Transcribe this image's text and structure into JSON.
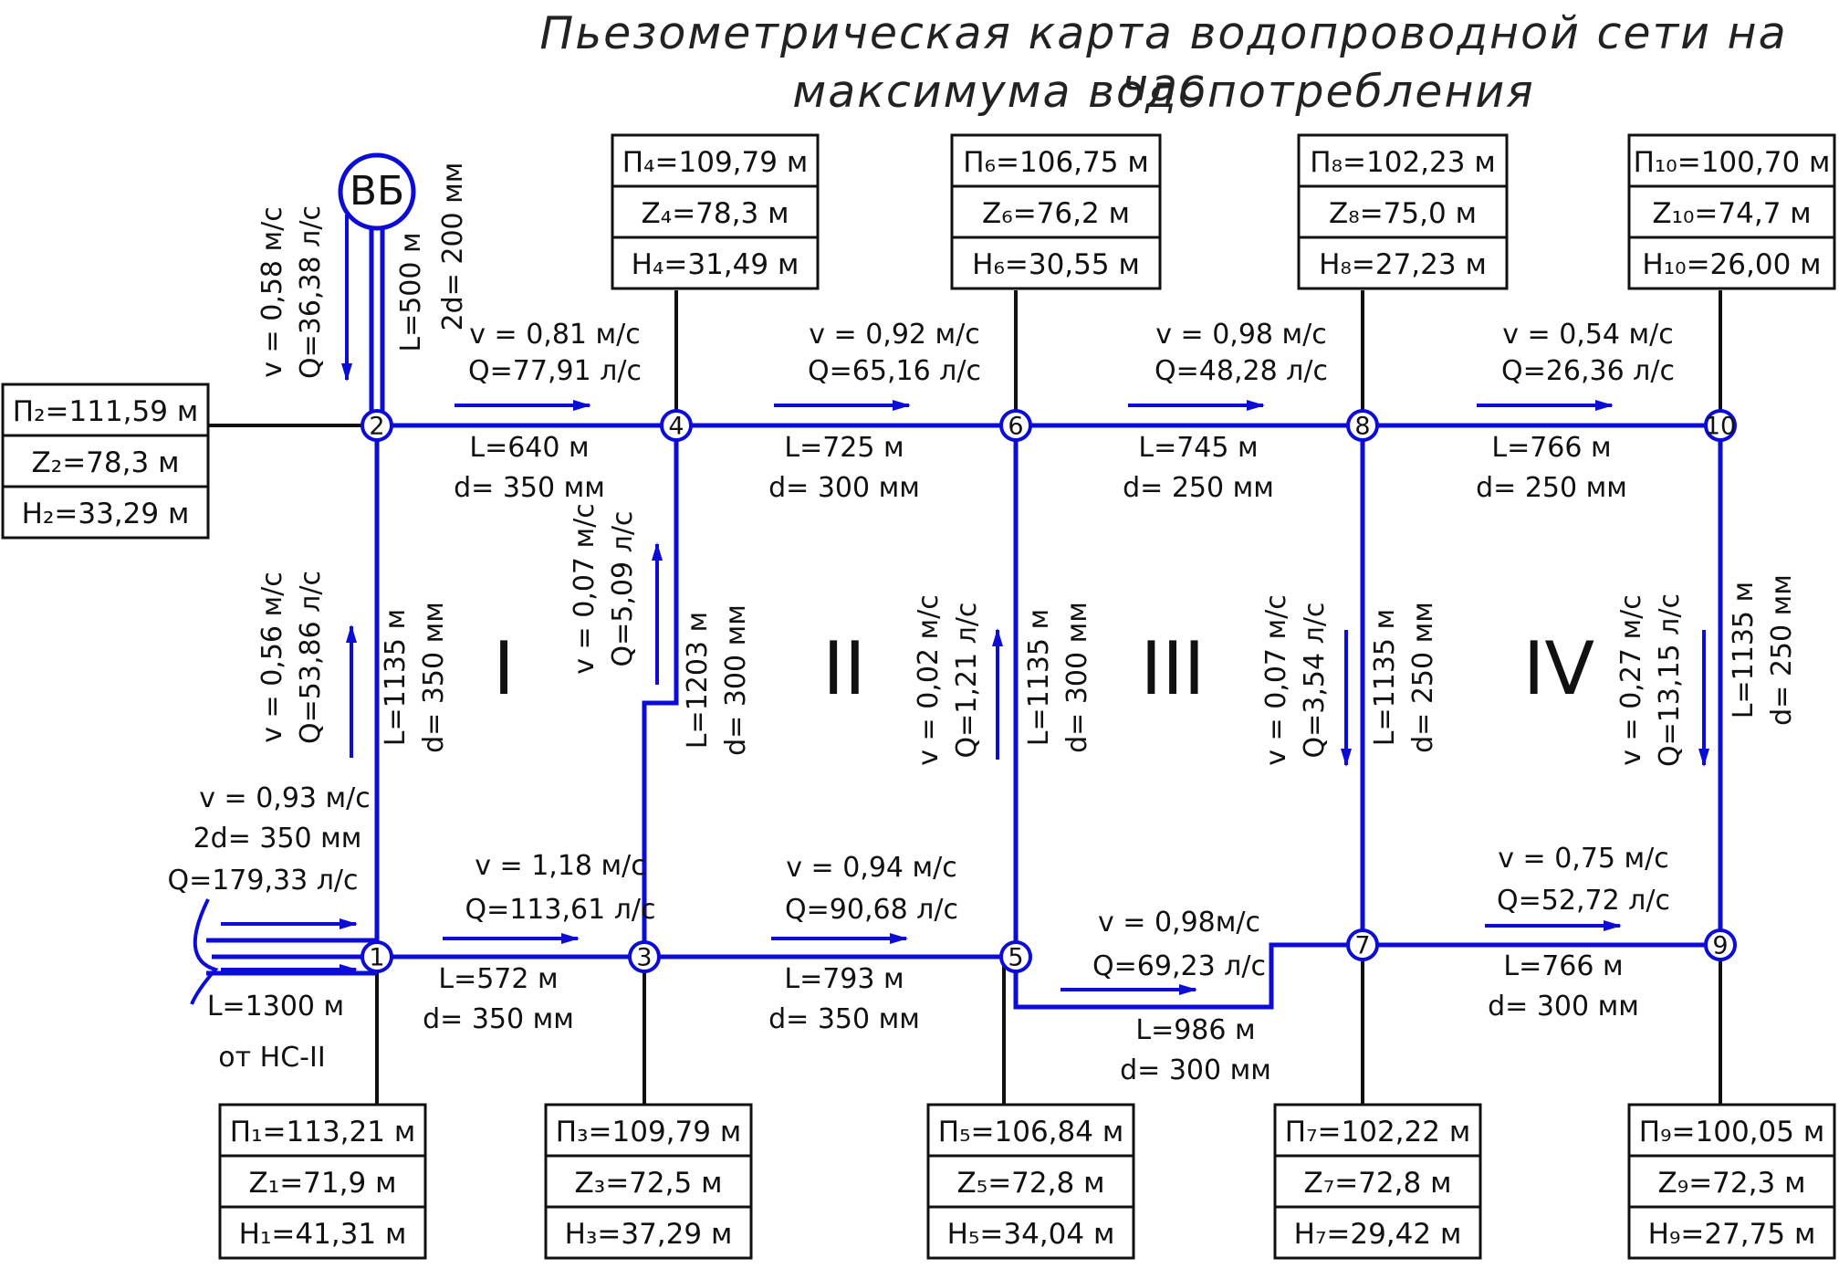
{
  "title": {
    "line1": "Пьезометрическая карта водопроводной сети на час",
    "line2": "максимума водопотребления"
  },
  "colors": {
    "pipe": "#0c0cd6",
    "feeder": "#111111"
  },
  "tower": {
    "label": "ВБ",
    "q_v": "v = 0,58 м/с",
    "q_q": "Q=36,38 л/с",
    "l": "L=500 м",
    "d": "2d= 200 мм"
  },
  "inlet": {
    "v": "v = 0,93 м/с",
    "d": "2d= 350 мм",
    "q": "Q=179,33 л/с",
    "l": "L=1300 м",
    "src": "от НС-II"
  },
  "rings": [
    "I",
    "II",
    "III",
    "IV"
  ],
  "nodes": [
    {
      "id": "1",
      "p": "П₁=113,21 м",
      "z": "Z₁=71,9 м",
      "h": "H₁=41,31 м"
    },
    {
      "id": "2",
      "p": "П₂=111,59 м",
      "z": "Z₂=78,3 м",
      "h": "H₂=33,29 м"
    },
    {
      "id": "3",
      "p": "П₃=109,79 м",
      "z": "Z₃=72,5 м",
      "h": "H₃=37,29 м"
    },
    {
      "id": "4",
      "p": "П₄=109,79 м",
      "z": "Z₄=78,3 м",
      "h": "H₄=31,49 м"
    },
    {
      "id": "5",
      "p": "П₅=106,84 м",
      "z": "Z₅=72,8 м",
      "h": "H₅=34,04 м"
    },
    {
      "id": "6",
      "p": "П₆=106,75 м",
      "z": "Z₆=76,2 м",
      "h": "H₆=30,55 м"
    },
    {
      "id": "7",
      "p": "П₇=102,22 м",
      "z": "Z₇=72,8 м",
      "h": "H₇=29,42 м"
    },
    {
      "id": "8",
      "p": "П₈=102,23 м",
      "z": "Z₈=75,0 м",
      "h": "H₈=27,23 м"
    },
    {
      "id": "9",
      "p": "П₉=100,05 м",
      "z": "Z₉=72,3 м",
      "h": "H₉=27,75 м"
    },
    {
      "id": "10",
      "p": "П₁₀=100,70 м",
      "z": "Z₁₀=74,7 м",
      "h": "H₁₀=26,00 м"
    }
  ],
  "pipes": [
    {
      "id": "2-4",
      "v": "v = 0,81 м/с",
      "q": "Q=77,91 л/с",
      "l": "L=640 м",
      "d": "d= 350 мм"
    },
    {
      "id": "4-6",
      "v": "v = 0,92 м/с",
      "q": "Q=65,16 л/с",
      "l": "L=725 м",
      "d": "d= 300 мм"
    },
    {
      "id": "6-8",
      "v": "v = 0,98 м/с",
      "q": "Q=48,28 л/с",
      "l": "L=745 м",
      "d": "d= 250 мм"
    },
    {
      "id": "8-10",
      "v": "v = 0,54 м/с",
      "q": "Q=26,36 л/с",
      "l": "L=766 м",
      "d": "d= 250 мм"
    },
    {
      "id": "1-3",
      "v": "v = 1,18 м/с",
      "q": "Q=113,61 л/с",
      "l": "L=572 м",
      "d": "d= 350 мм"
    },
    {
      "id": "3-5",
      "v": "v = 0,94 м/с",
      "q": "Q=90,68 л/с",
      "l": "L=793 м",
      "d": "d= 350 мм"
    },
    {
      "id": "5-7",
      "v": "v = 0,98м/с",
      "q": "Q=69,23 л/с",
      "l": "L=986 м",
      "d": "d= 300 мм"
    },
    {
      "id": "7-9",
      "v": "v = 0,75 м/с",
      "q": "Q=52,72 л/с",
      "l": "L=766 м",
      "d": "d= 300 мм"
    },
    {
      "id": "1-2",
      "v": "v = 0,56 м/с",
      "q": "Q=53,86 л/с",
      "l": "L=1135 м",
      "d": "d= 350 мм"
    },
    {
      "id": "3-4",
      "v": "v = 0,07 м/с",
      "q": "Q=5,09 л/с",
      "l": "L=1203 м",
      "d": "d= 300 мм"
    },
    {
      "id": "5-6",
      "v": "v = 0,02 м/с",
      "q": "Q=1,21 л/с",
      "l": "L=1135 м",
      "d": "d= 300 мм"
    },
    {
      "id": "8-7",
      "v": "v = 0,07 м/с",
      "q": "Q=3,54 л/с",
      "l": "L=1135 м",
      "d": "d= 250 мм"
    },
    {
      "id": "10-9",
      "v": "v = 0,27 м/с",
      "q": "Q=13,15 л/с",
      "l": "L=1135 м",
      "d": "d= 250 мм"
    }
  ]
}
